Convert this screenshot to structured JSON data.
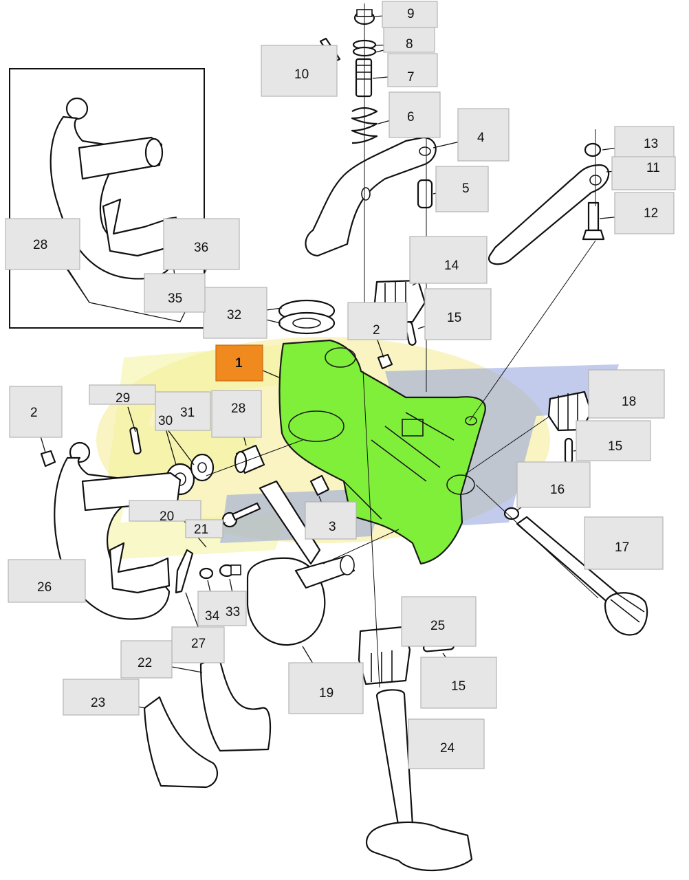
{
  "diagram": {
    "highlighted_part": "1",
    "highlight_color": "#7fef3a",
    "highlight_label_color": "#f08a1f",
    "label_box_color": "#e6e6e6",
    "watermark_colors": [
      "#f3f29a",
      "#8fa0dc"
    ]
  },
  "labels": {
    "p1": "1",
    "p2a": "2",
    "p2b": "2",
    "p3": "3",
    "p4": "4",
    "p5": "5",
    "p6": "6",
    "p7": "7",
    "p8": "8",
    "p9": "9",
    "p10": "10",
    "p11": "11",
    "p12": "12",
    "p13": "13",
    "p14": "14",
    "p15a": "15",
    "p15b": "15",
    "p15c": "15",
    "p16": "16",
    "p17": "17",
    "p18": "18",
    "p19": "19",
    "p20": "20",
    "p21": "21",
    "p22": "22",
    "p23": "23",
    "p24": "24",
    "p25": "25",
    "p26": "26",
    "p27": "27",
    "p28a": "28",
    "p28b": "28",
    "p29": "29",
    "p30": "30",
    "p31": "31",
    "p32": "32",
    "p33": "33",
    "p34": "34",
    "p35": "35",
    "p36": "36"
  }
}
